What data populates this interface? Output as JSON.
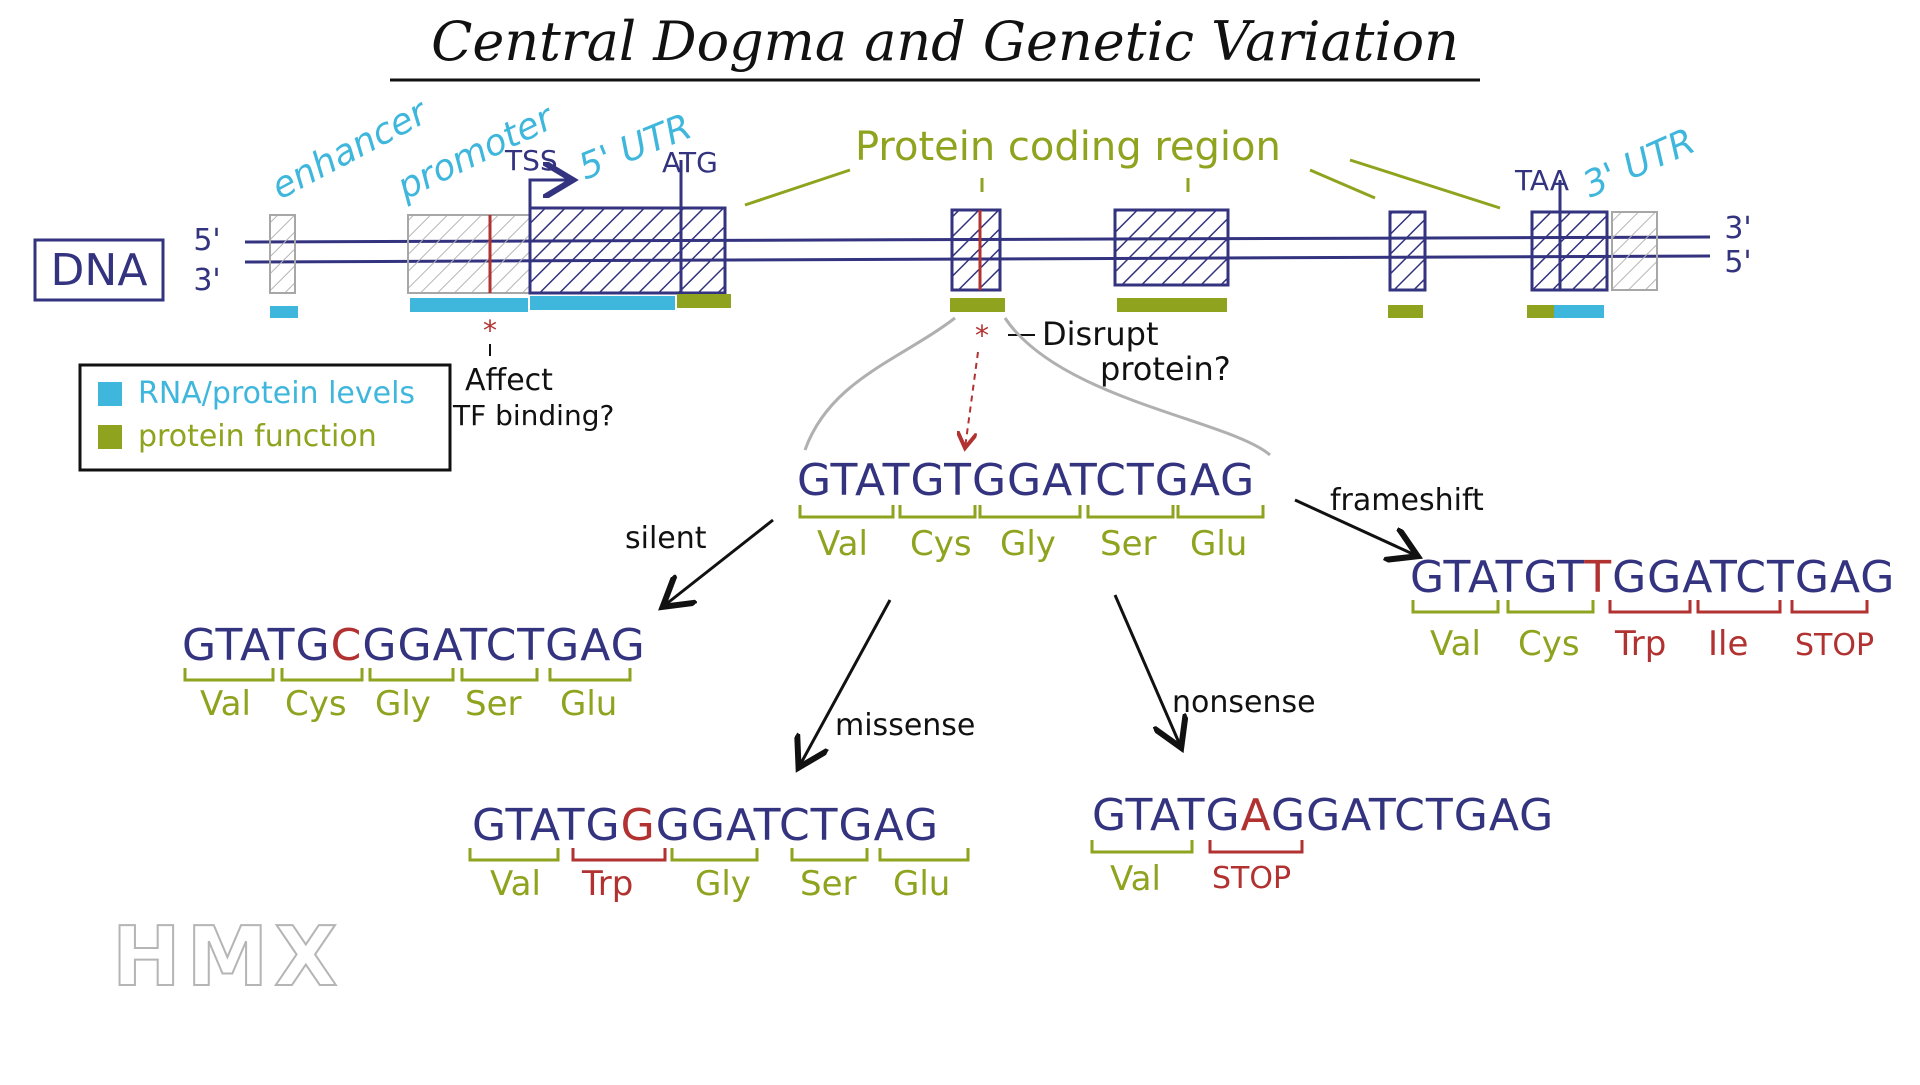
{
  "title": "Central Dogma and Genetic Variation",
  "dna_label": "DNA",
  "strands": {
    "top_left": "5'",
    "bottom_left": "3'",
    "top_right": "3'",
    "bottom_right": "5'"
  },
  "regions": {
    "enhancer": "enhancer",
    "promoter": "promoter",
    "tss": "TSS",
    "utr5": "5' UTR",
    "atg": "ATG",
    "coding": "Protein coding region",
    "taa": "TAA",
    "utr3": "3' UTR"
  },
  "legend": {
    "rna": "RNA/protein levels",
    "function": "protein function"
  },
  "notes": {
    "affect_line1": "Affect",
    "affect_line2": "TF binding?",
    "disrupt_line1": "Disrupt",
    "disrupt_line2": "protein?",
    "asterisk": "*"
  },
  "reference": {
    "sequence": "GTATGTGGATCTGAG",
    "amino_acids": [
      "Val",
      "Cys",
      "Gly",
      "Ser",
      "Glu"
    ]
  },
  "mutations": {
    "silent": {
      "label": "silent",
      "seq_before": "GTATG",
      "seq_mut": "C",
      "seq_after": "GGATCTGAG",
      "amino_acids": [
        "Val",
        "Cys",
        "Gly",
        "Ser",
        "Glu"
      ]
    },
    "missense": {
      "label": "missense",
      "seq_before": "GTATG",
      "seq_mut": "G",
      "seq_after": "GGATCTGAG",
      "amino_acids": [
        "Val",
        "Trp",
        "Gly",
        "Ser",
        "Glu"
      ]
    },
    "nonsense": {
      "label": "nonsense",
      "seq_before": "GTATG",
      "seq_mut": "A",
      "seq_after": "GGATCTGAG",
      "amino_acids": [
        "Val",
        "STOP"
      ]
    },
    "frameshift": {
      "label": "frameshift",
      "seq_before": "GTATGT",
      "seq_mut": "T",
      "seq_after": "GGATCTGAG",
      "amino_acids": [
        "Val",
        "Cys",
        "Trp",
        "Ile",
        "STOP"
      ]
    }
  },
  "watermark": "HMX",
  "colors": {
    "navy": "#33337f",
    "blue": "#3fb7dc",
    "green": "#8fa31f",
    "red": "#b13230",
    "gray": "#a7a7a7"
  }
}
